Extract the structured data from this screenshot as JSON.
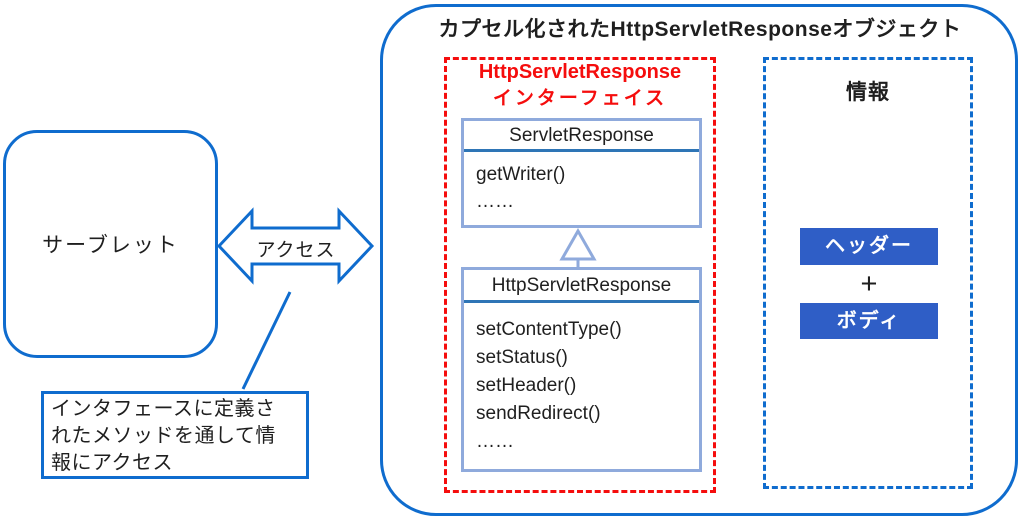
{
  "colors": {
    "line_blue": "#0f6cce",
    "dash_red": "#f50d0d",
    "uml_border_blue": "#8faadc",
    "separator_blue": "#2e75b6",
    "button_blue": "#2f5ec6",
    "text_black": "#1f1f1f",
    "bg_white": "#ffffff"
  },
  "container": {
    "title": "カプセル化されたHttpServletResponseオブジェクト"
  },
  "interface_group": {
    "title_line1": "HttpServletResponse",
    "title_line2": "インターフェイス",
    "servlet_response": {
      "title": "ServletResponse",
      "methods": [
        "getWriter()",
        "……"
      ]
    },
    "http_servlet_response": {
      "title": "HttpServletResponse",
      "methods": [
        "setContentType()",
        "setStatus()",
        "setHeader()",
        "sendRedirect()",
        "……"
      ]
    }
  },
  "info_group": {
    "title": "情報",
    "header_label": "ヘッダー",
    "plus": "+",
    "body_label": "ボディ"
  },
  "servlet_box": {
    "label": "サーブレット"
  },
  "access_arrow": {
    "label": "アクセス"
  },
  "note": {
    "lines": [
      "インタフェースに定義さ",
      "れたメソッドを通して情",
      "報にアクセス"
    ]
  }
}
